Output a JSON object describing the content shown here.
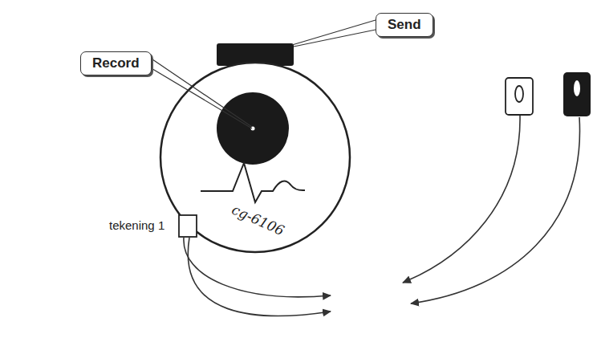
{
  "diagram": {
    "nodes": [
      {
        "text": [
          "Send"
        ]
      },
      {
        "text": [
          "Record"
        ]
      }
    ],
    "labels": [
      "tekening 1",
      "cg-6106"
    ]
  }
}
